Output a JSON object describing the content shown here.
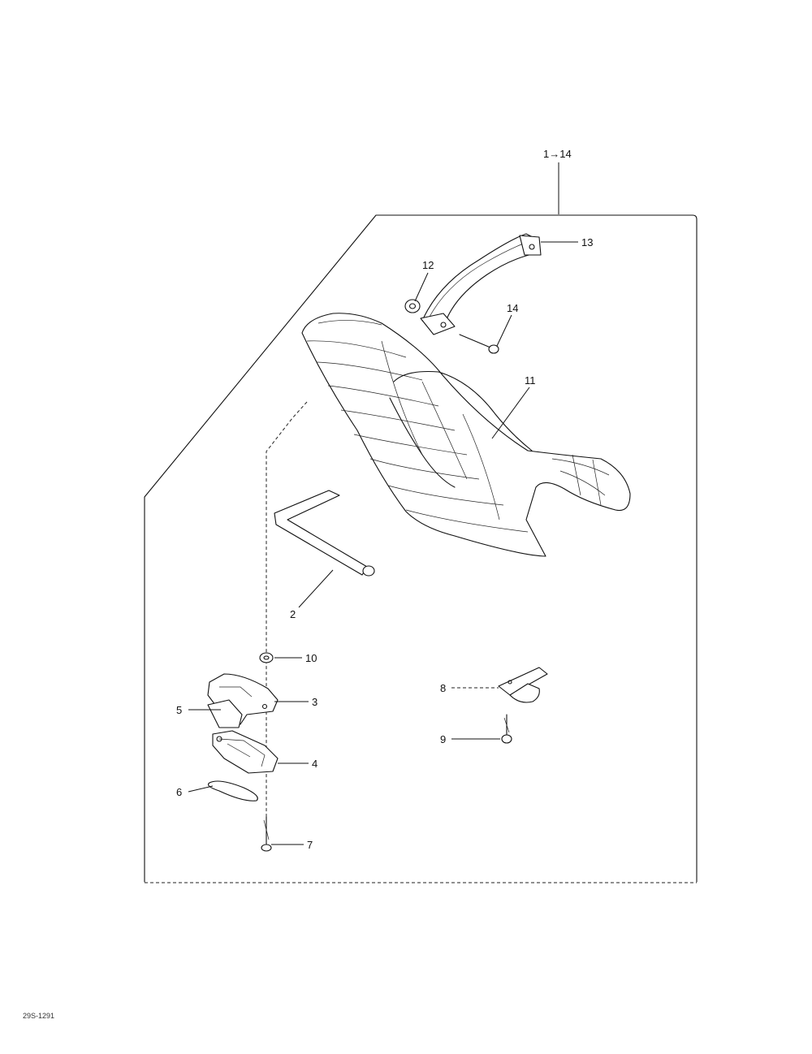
{
  "diagram": {
    "assembly_label": "1→14",
    "callouts": [
      {
        "id": "callout-13",
        "label": "13"
      },
      {
        "id": "callout-12",
        "label": "12"
      },
      {
        "id": "callout-14",
        "label": "14"
      },
      {
        "id": "callout-11",
        "label": "11"
      },
      {
        "id": "callout-2",
        "label": "2"
      },
      {
        "id": "callout-10",
        "label": "10"
      },
      {
        "id": "callout-3",
        "label": "3"
      },
      {
        "id": "callout-5",
        "label": "5"
      },
      {
        "id": "callout-4",
        "label": "4"
      },
      {
        "id": "callout-6",
        "label": "6"
      },
      {
        "id": "callout-7",
        "label": "7"
      },
      {
        "id": "callout-8",
        "label": "8"
      },
      {
        "id": "callout-9",
        "label": "9"
      }
    ],
    "footer_code": "29S-1291"
  }
}
